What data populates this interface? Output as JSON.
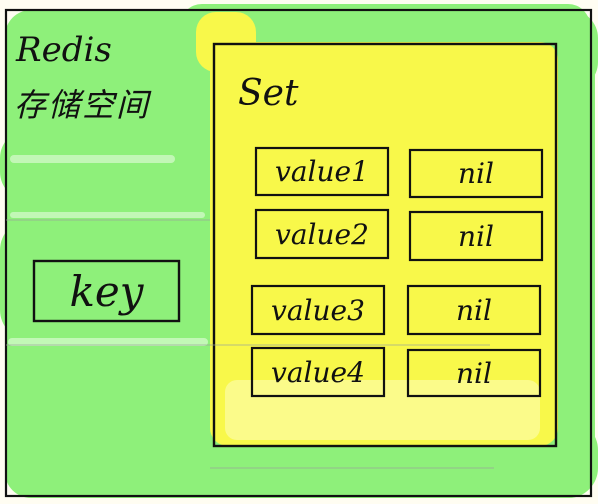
{
  "diagram": {
    "storage": {
      "title": "Redis",
      "subtitle": "存储空间"
    },
    "key": {
      "label": "key"
    },
    "set": {
      "label": "Set",
      "entries": [
        {
          "value": "value1",
          "placeholder": "nil"
        },
        {
          "value": "value2",
          "placeholder": "nil"
        },
        {
          "value": "value3",
          "placeholder": "nil"
        },
        {
          "value": "value4",
          "placeholder": "nil"
        }
      ]
    },
    "colors": {
      "outer_fill": "#8ef07a",
      "set_fill": "#f8f84a",
      "stroke": "#111111"
    }
  }
}
